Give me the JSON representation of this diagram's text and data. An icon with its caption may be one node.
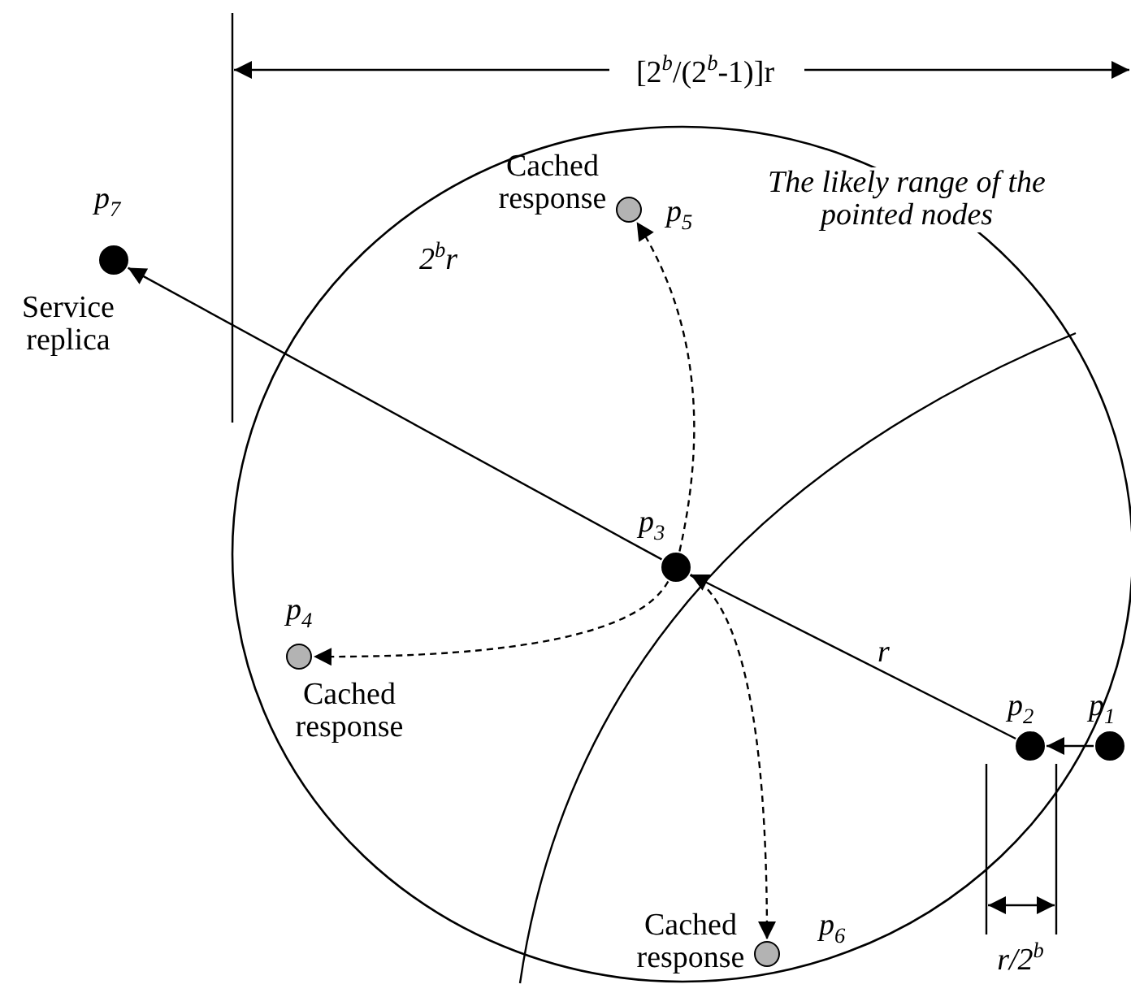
{
  "diagram": {
    "nodes": [
      {
        "text": [
          "The likely range of the pointed nodes"
        ]
      },
      {
        "text": [],
        "shape": "circle",
        "in": 0,
        "beside": [
          "p$_{1}$"
        ]
      },
      {
        "text": [],
        "shape": "circle",
        "in": 0,
        "beside": [
          "p$_{2}$"
        ]
      },
      {
        "text": [],
        "shape": "circle",
        "in": 0,
        "beside": [
          "p$_{3}$"
        ]
      },
      {
        "text": [],
        "shape": "circle",
        "in": 0,
        "beside": [
          "p$_{4}$",
          "Cached response"
        ]
      },
      {
        "text": [],
        "shape": "circle",
        "in": 0,
        "beside": [
          "Cached response",
          "p$_{5}$"
        ]
      },
      {
        "text": [],
        "shape": "circle",
        "in": 0,
        "beside": [
          "Cached response",
          "p$_{6}$"
        ]
      },
      {
        "text": [],
        "shape": "circle",
        "beside": [
          "p$_{7}$",
          "Service replica"
        ]
      }
    ],
    "edges": [
      {
        "from": 1,
        "to": 2,
        "arrow": "to"
      },
      {
        "from": 2,
        "to": 3,
        "arrow": "to",
        "label": "r"
      },
      {
        "from": 3,
        "to": 7,
        "arrow": "to",
        "label": "2$^{b}$r"
      },
      {
        "from": 3,
        "to": 5,
        "arrow": "to",
        "style": "dashed"
      },
      {
        "from": 3,
        "to": 4,
        "arrow": "to",
        "style": "dashed"
      },
      {
        "from": 3,
        "to": 6,
        "arrow": "to",
        "style": "dashed"
      }
    ],
    "labels": [
      "[2$^{b}$/(2$^{b}$-1)]r",
      "r/2$^{b}$"
    ]
  }
}
